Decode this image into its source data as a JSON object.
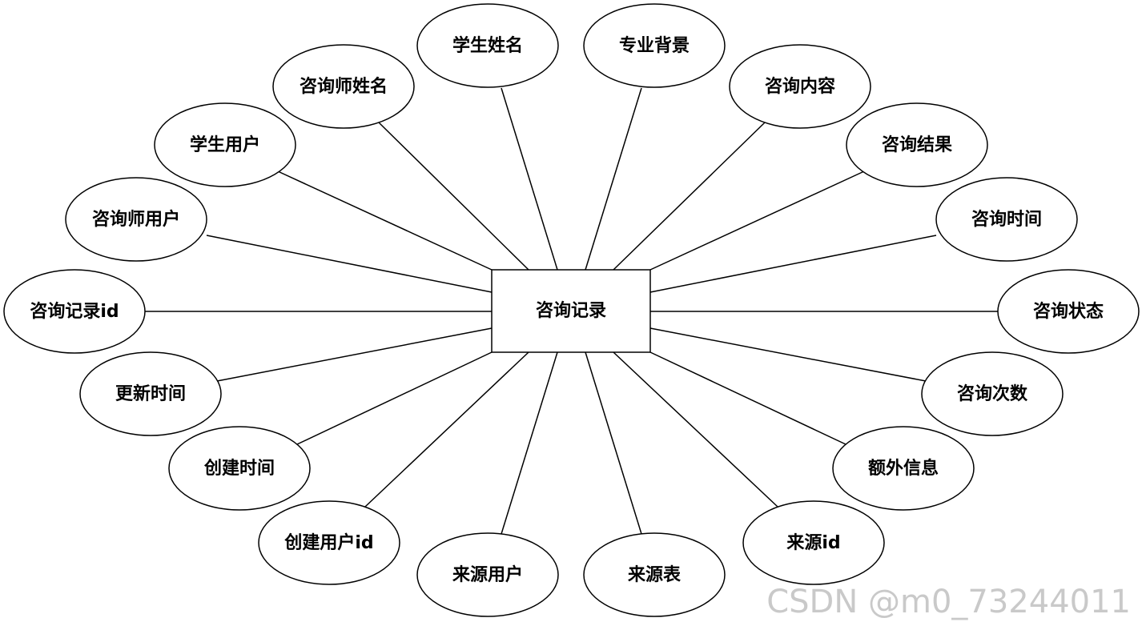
{
  "entity": {
    "label": "咨询记录"
  },
  "attributes": [
    {
      "label": "学生姓名"
    },
    {
      "label": "专业背景"
    },
    {
      "label": "咨询师姓名"
    },
    {
      "label": "咨询内容"
    },
    {
      "label": "学生用户"
    },
    {
      "label": "咨询结果"
    },
    {
      "label": "咨询师用户"
    },
    {
      "label": "咨询时间"
    },
    {
      "label": "咨询记录id"
    },
    {
      "label": "咨询状态"
    },
    {
      "label": "更新时间"
    },
    {
      "label": "咨询次数"
    },
    {
      "label": "创建时间"
    },
    {
      "label": "额外信息"
    },
    {
      "label": "创建用户id"
    },
    {
      "label": "来源id"
    },
    {
      "label": "来源用户"
    },
    {
      "label": "来源表"
    }
  ],
  "watermark": {
    "text": "CSDN @m0_73244011"
  },
  "colors": {
    "stroke": "#000000",
    "fill": "#ffffff",
    "watermark": "#c9c9c9"
  }
}
